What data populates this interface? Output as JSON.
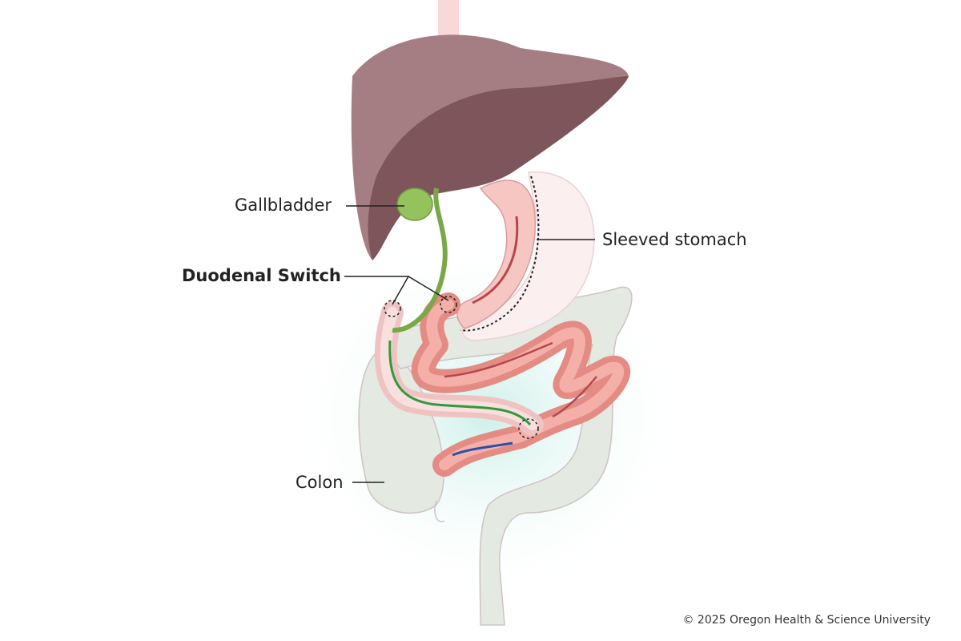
{
  "labels": {
    "gallbladder": "Gallbladder",
    "sleeved_stomach": "Sleeved stomach",
    "duodenal_switch": "Duodenal Switch",
    "colon": "Colon"
  },
  "copyright": "© 2025 Oregon Health & Science University",
  "colors": {
    "liver": "#8a5f66",
    "liver_dark": "#7a5258",
    "gallbladder": "#8fbf5a",
    "stomach": "#f6c9c6",
    "intestine": "#ef9c94",
    "colon": "#e3e8e0",
    "glow": "#cdeee8",
    "food_arrow": "#b5474a",
    "bile_arrow": "#2e9a3c",
    "mixed_arrow": "#2b4fa8"
  }
}
